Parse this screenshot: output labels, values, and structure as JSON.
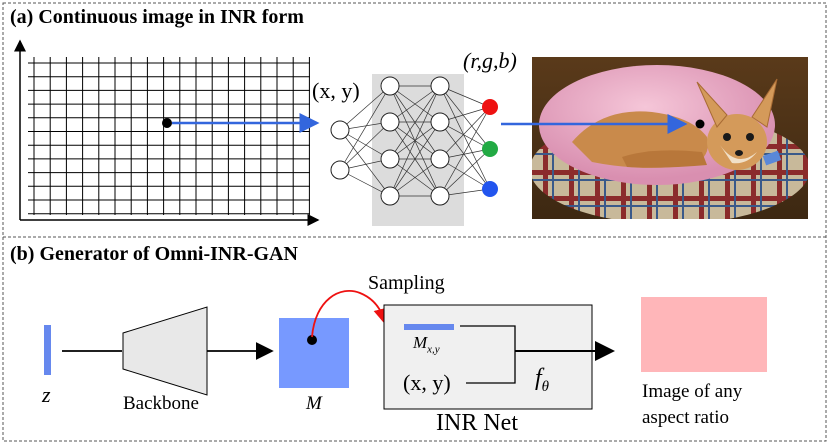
{
  "panel_a": {
    "title": "(a) Continuous image in INR form",
    "input_coord_label": "(x, y)",
    "output_label": "(r,g,b)",
    "output_colors": [
      "#ee1111",
      "#22aa44",
      "#2255ee"
    ],
    "arrow_color": "#3366dd",
    "network_bg_color": "#dcdcdc",
    "photo_icon": "chihuahua-on-pet-bed-photo"
  },
  "panel_b": {
    "title": "(b) Generator of Omni-INR-GAN",
    "z_label": "z",
    "backbone_label": "Backbone",
    "m_label": "M",
    "sampling_label": "Sampling",
    "mxy_label_main": "M",
    "mxy_label_sub": "x,y",
    "xy_label": "(x, y)",
    "f_label_main": "f",
    "f_label_sub": "θ",
    "inr_net_label": "INR Net",
    "output_label_line1": "Image of any",
    "output_label_line2": "aspect ratio",
    "z_color": "#6688ee",
    "m_color": "#7799ff",
    "output_color": "#ffb6b9",
    "sampling_arrow_color": "#ee1111",
    "box_fill": "#f0f0f0"
  }
}
